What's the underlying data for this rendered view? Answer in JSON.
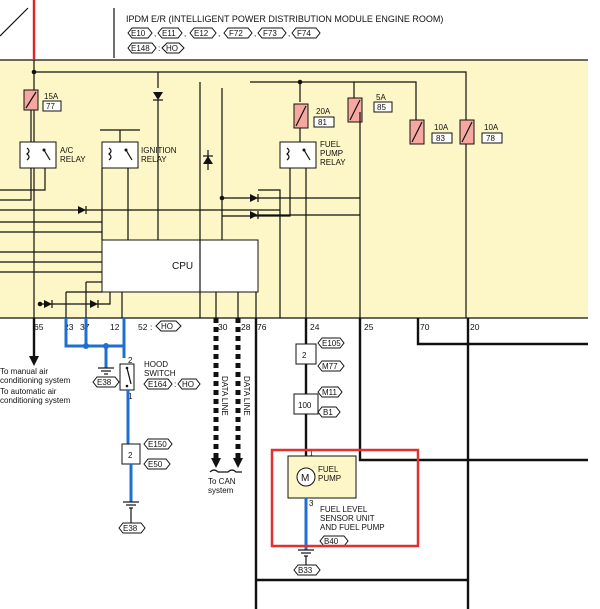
{
  "module": {
    "title": "IPDM E/R (INTELLIGENT POWER DISTRIBUTION MODULE ENGINE ROOM)",
    "connectors_row1": [
      "E10",
      "E11",
      "E12",
      "F72",
      "F73",
      "F74"
    ],
    "connectors_row2": [
      "E148",
      "HO"
    ],
    "fill_color": "#fdf6c6"
  },
  "fuses": [
    {
      "amp": "15A",
      "num": "77"
    },
    {
      "amp": "20A",
      "num": "81"
    },
    {
      "amp": "5A",
      "num": "85"
    },
    {
      "amp": "10A",
      "num": "83"
    },
    {
      "amp": "10A",
      "num": "78"
    }
  ],
  "relays": [
    {
      "label_line1": "A/C",
      "label_line2": "RELAY"
    },
    {
      "label_line1": "IGNITION",
      "label_line2": "RELAY"
    },
    {
      "label_line1": "FUEL",
      "label_line2": "PUMP",
      "label_line3": "RELAY"
    }
  ],
  "cpu_label": "CPU",
  "pins": [
    "65",
    "23",
    "37",
    "12",
    "52",
    "30",
    "28",
    "76",
    "24",
    "25",
    "70",
    "20"
  ],
  "pin52_tag": "HO",
  "ac_notes": [
    "To manual air",
    "conditioning system",
    "To automatic air",
    "conditioning system"
  ],
  "hood_switch": {
    "label_line1": "HOOD",
    "label_line2": "SWITCH",
    "connector": "E164",
    "tag": "HO",
    "pin_top": "2",
    "pin_bottom": "1"
  },
  "grounds": [
    "E38",
    "E38",
    "B33"
  ],
  "joint_150": {
    "pin": "2",
    "top": "E150",
    "bottom": "E50"
  },
  "data_line_labels": [
    "DATA LINE",
    "DATA LINE"
  ],
  "can_note": [
    "To CAN",
    "system"
  ],
  "joint_105": {
    "pin": "2",
    "top": "E105",
    "bottom": "M77"
  },
  "joint_11": {
    "pin": "100",
    "top": "M11",
    "bottom": "B1"
  },
  "fuel_pump": {
    "motor_symbol": "M",
    "label_line1": "FUEL",
    "label_line2": "PUMP",
    "unit_line1": "FUEL LEVEL",
    "unit_line2": "SENSOR UNIT",
    "unit_line3": "AND FUEL PUMP",
    "connector": "B40",
    "pin_top": "1",
    "pin_bottom": "3"
  },
  "highlight_color": "#e03030",
  "wire_blue": "#1f6fd1",
  "wire_red": "#e02424",
  "fuse_color": "#f6a8a0"
}
